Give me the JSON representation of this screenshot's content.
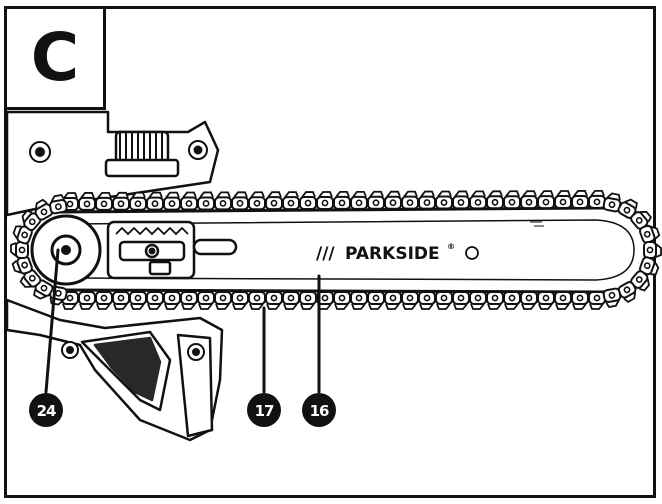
{
  "figure": {
    "panel_letter": "C",
    "brand_mark": "///",
    "brand_name": "PARKSIDE",
    "brand_suffix": "®",
    "callouts": [
      {
        "number": "24",
        "part": "sprocket"
      },
      {
        "number": "17",
        "part": "saw-chain"
      },
      {
        "number": "16",
        "part": "guide-bar"
      }
    ]
  }
}
